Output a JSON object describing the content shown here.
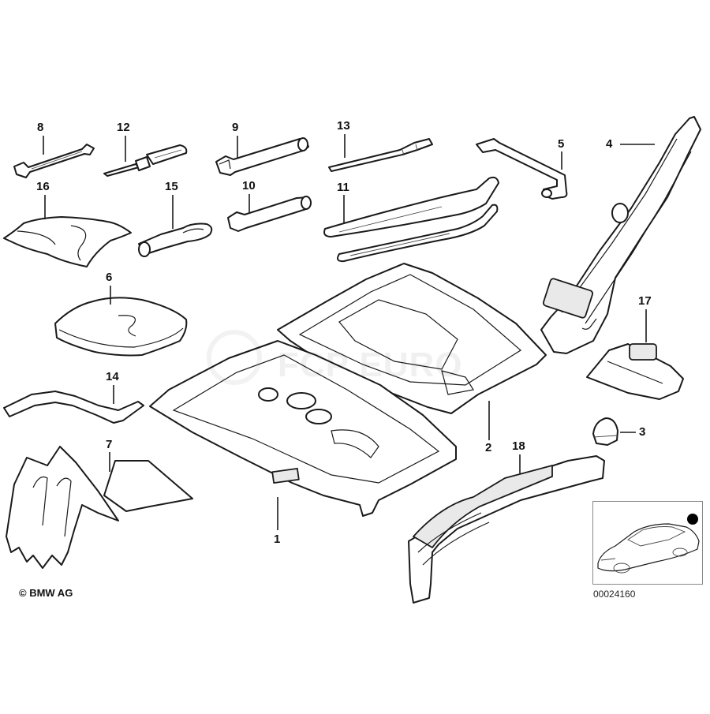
{
  "callouts": [
    "1",
    "2",
    "3",
    "4",
    "5",
    "6",
    "7",
    "8",
    "9",
    "10",
    "11",
    "12",
    "13",
    "14",
    "15",
    "16",
    "17",
    "18"
  ],
  "copyright": "© BMW AG",
  "document_number": "00024160",
  "watermark": "FCP EURO"
}
